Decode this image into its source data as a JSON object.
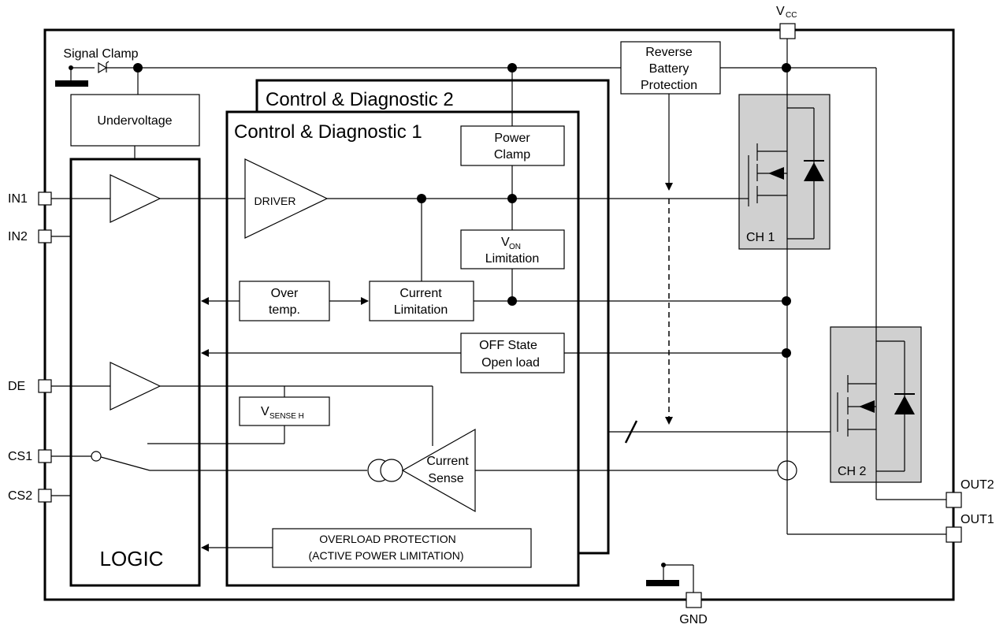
{
  "pins": {
    "vcc_main": "V",
    "vcc_sub": "CC",
    "gnd": "GND",
    "in1": "IN1",
    "in2": "IN2",
    "de": "DE",
    "cs1": "CS1",
    "cs2": "CS2",
    "out1": "OUT1",
    "out2": "OUT2"
  },
  "blocks": {
    "signal_clamp": "Signal Clamp",
    "undervoltage": "Undervoltage",
    "logic": "LOGIC",
    "control_diag_2": "Control & Diagnostic 2",
    "control_diag_1": "Control & Diagnostic 1",
    "power_clamp_1": "Power",
    "power_clamp_2": "Clamp",
    "driver": "DRIVER",
    "von_main": "V",
    "von_sub": "ON",
    "von_line2": "Limitation",
    "over_temp_1": "Over",
    "over_temp_2": "temp.",
    "current_limitation_1": "Current",
    "current_limitation_2": "Limitation",
    "off_state_1": "OFF State",
    "off_state_2": "Open load",
    "vsense_main": "V",
    "vsense_sub": "SENSE H",
    "current_sense_1": "Current",
    "current_sense_2": "Sense",
    "overload_1": "OVERLOAD PROTECTION",
    "overload_2": "(ACTIVE POWER LIMITATION)",
    "reverse_battery_1": "Reverse",
    "reverse_battery_2": "Battery",
    "reverse_battery_3": "Protection",
    "ch1": "CH 1",
    "ch2": "CH 2"
  }
}
